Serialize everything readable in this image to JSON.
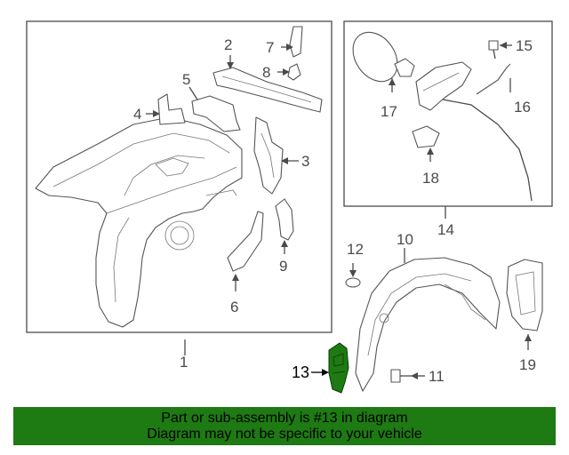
{
  "callouts": {
    "c1": "1",
    "c2": "2",
    "c3": "3",
    "c4": "4",
    "c5": "5",
    "c6": "6",
    "c7": "7",
    "c8": "8",
    "c9": "9",
    "c10": "10",
    "c11": "11",
    "c12": "12",
    "c13": "13",
    "c14": "14",
    "c15": "15",
    "c16": "16",
    "c17": "17",
    "c18": "18",
    "c19": "19"
  },
  "highlight": {
    "part_number": "13",
    "color": "#1e7a12"
  },
  "banner": {
    "line1": "Part or sub-assembly is #13 in diagram",
    "line2": "Diagram may not be specific to your vehicle",
    "color": "#1e7a12"
  }
}
